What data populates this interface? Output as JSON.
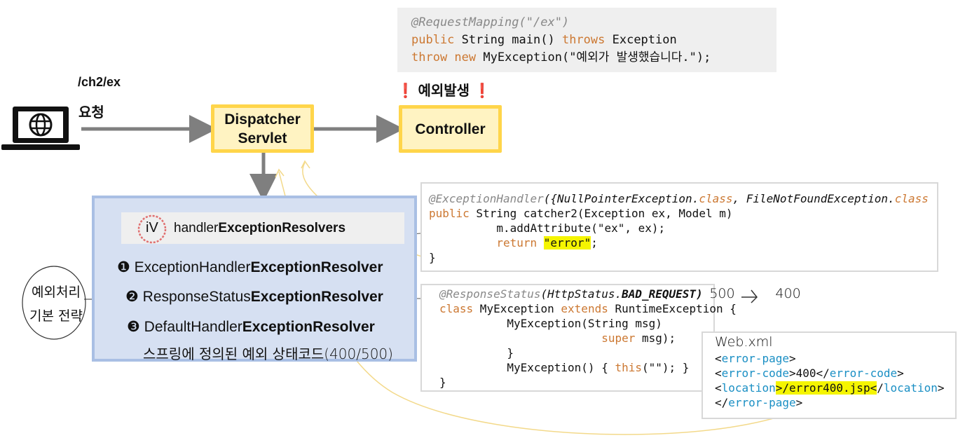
{
  "controller_code": {
    "line1": "@RequestMapping(\"/ex\")",
    "line2_kw1": "public",
    "line2_rest": " String main() ",
    "line2_kw2": "throws",
    "line2_end": " Exception",
    "line3_kw1": "throw",
    "line3_kw2": " new",
    "line3_rest": " MyException(\"예외가 발생했습니다.\");"
  },
  "request": {
    "url": "/ch2/ex",
    "label": "요청"
  },
  "exception_label": "예외발생",
  "exclaim_glyph": "❗",
  "dispatcher": {
    "line1": "Dispatcher",
    "line2": "Servlet"
  },
  "controller": {
    "label": "Controller"
  },
  "resolvers": {
    "header_mark": "iV",
    "header_prefix": "handler",
    "header_bold": "ExceptionResolvers",
    "items": [
      {
        "num": "❶",
        "prefix": "ExceptionHandler",
        "bold": "ExceptionResolver"
      },
      {
        "num": "❷",
        "prefix": "ResponseStatus",
        "bold": "ExceptionResolver"
      },
      {
        "num": "❸",
        "prefix": "DefaultHandler",
        "bold": "ExceptionResolver"
      }
    ],
    "note": "스프링에 정의된 예외 상태코드(400/500)"
  },
  "side_note": {
    "line1": "예외처리",
    "line2": "기본 전략"
  },
  "handler_code": {
    "ann": "@ExceptionHandler",
    "ann_args_1": "({NullPointerException.",
    "ann_class1": "class",
    "ann_args_2": ", FileNotFoundException.",
    "ann_class2": "class",
    "l2_kw": "public",
    "l2_rest": " String catcher2(Exception ex, Model m)",
    "l3": "          m.addAttribute(\"ex\", ex);",
    "l4_kw": "return",
    "l4_str": "\"error\"",
    "l4_end": ";",
    "l5": "}"
  },
  "status_code": {
    "ann": "@ResponseStatus",
    "ann_args": "(HttpStatus.",
    "ann_const": "BAD_REQUEST",
    "ann_close": ")",
    "note_from": "500",
    "note_to": "400",
    "l2_kw": "class",
    "l2_mid": " MyException ",
    "l2_kw2": "extends",
    "l2_end": " RuntimeException {",
    "l3": "          MyException(String msg)",
    "l4_kw": "super",
    "l4_end": " msg);",
    "l5": "          }",
    "l6_pre": "          MyException() { ",
    "l6_kw": "this",
    "l6_end": "(\"\"); }",
    "l7": "}"
  },
  "webxml": {
    "title": "Web.xml",
    "l1_tag": "error-page",
    "l2_tag": "error-code",
    "l2_val": "400",
    "l3_tag": "location",
    "l3_val": "/error400.jsp",
    "l4_tag": "error-page"
  },
  "colors": {
    "yellow_border": "#ffd54a",
    "yellow_fill": "#fff3c2",
    "panel": "#d6e0f2",
    "keyword": "#cc7832",
    "xml_tag": "#1a8fc4",
    "highlight": "#f5f500"
  }
}
